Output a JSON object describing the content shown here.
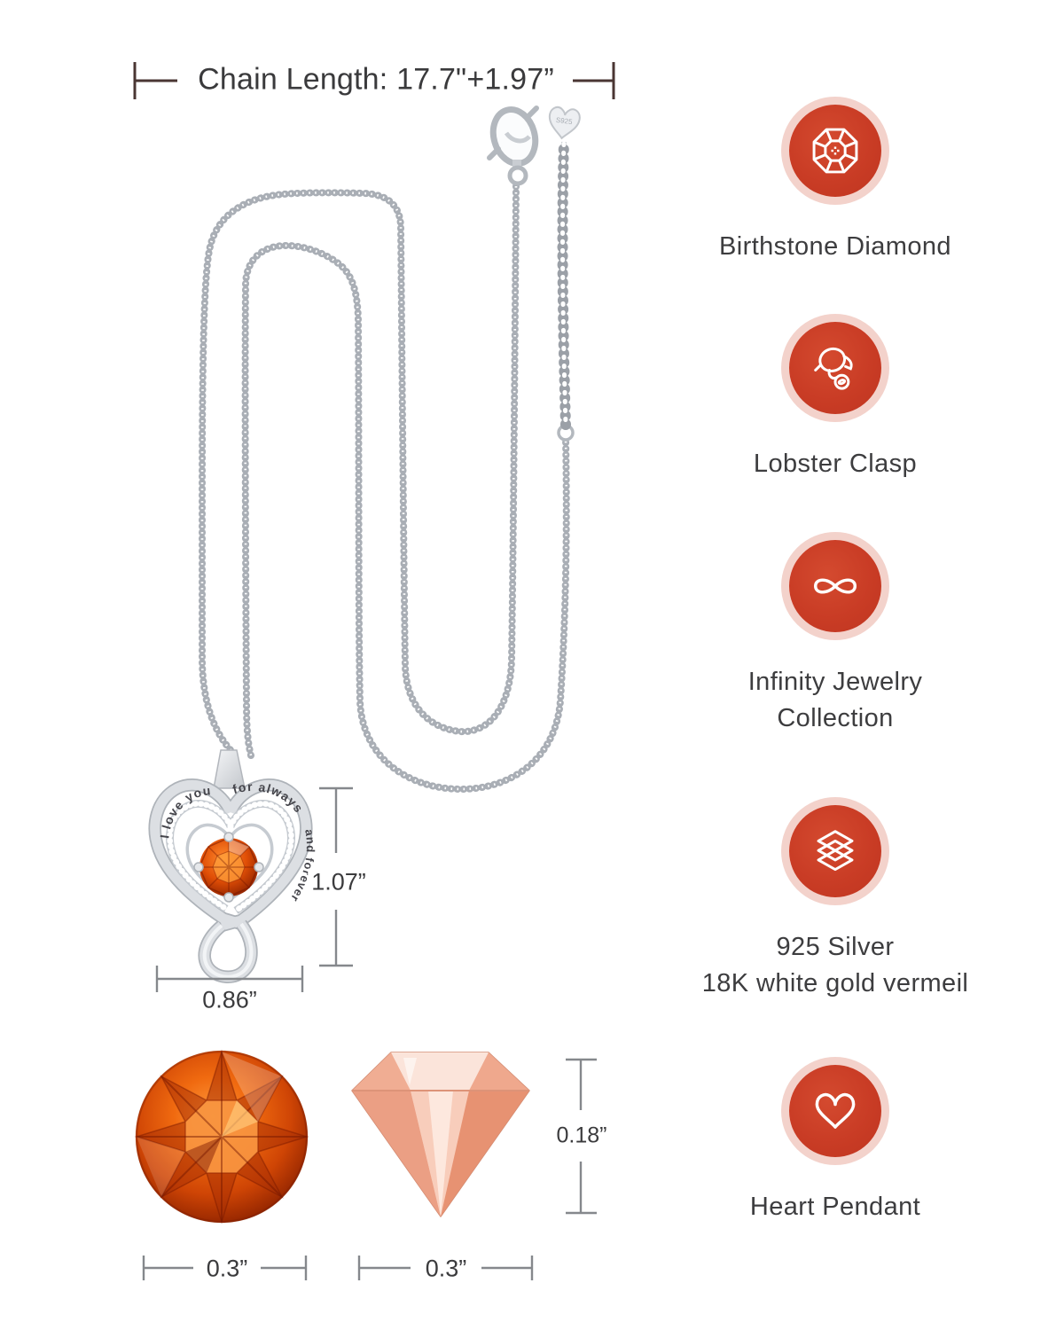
{
  "title": "Chain Length: 17.7\"+1.97”",
  "pendant": {
    "engraving_left": "I love you",
    "engraving_top_right": "for always",
    "engraving_right": "and forever",
    "tag_stamp": "S925",
    "height": "1.07”",
    "width": "0.86”"
  },
  "stones": {
    "round_width": "0.3”",
    "side_width": "0.3”",
    "side_height": "0.18”"
  },
  "features": [
    {
      "icon": "birthstone-gem-icon",
      "line1": "Birthstone Diamond",
      "line2": ""
    },
    {
      "icon": "lobster-clasp-icon",
      "line1": "Lobster Clasp",
      "line2": ""
    },
    {
      "icon": "infinity-icon",
      "line1": "Infinity Jewelry",
      "line2": "Collection"
    },
    {
      "icon": "layers-icon",
      "line1": "925 Silver",
      "line2": "18K white gold vermeil"
    },
    {
      "icon": "heart-icon",
      "line1": "Heart Pendant",
      "line2": ""
    }
  ],
  "colors": {
    "accent_red": "#C93C25",
    "icon_ring_pink": "#F3D2CB",
    "title_marker": "#4A3633",
    "dimension_line": "#85888C",
    "text_dark": "#3B3B3D",
    "silver_chain": "#C2C6CB",
    "gem_orange": "#E85D10",
    "diamond_peach": "#F5C2AE"
  }
}
